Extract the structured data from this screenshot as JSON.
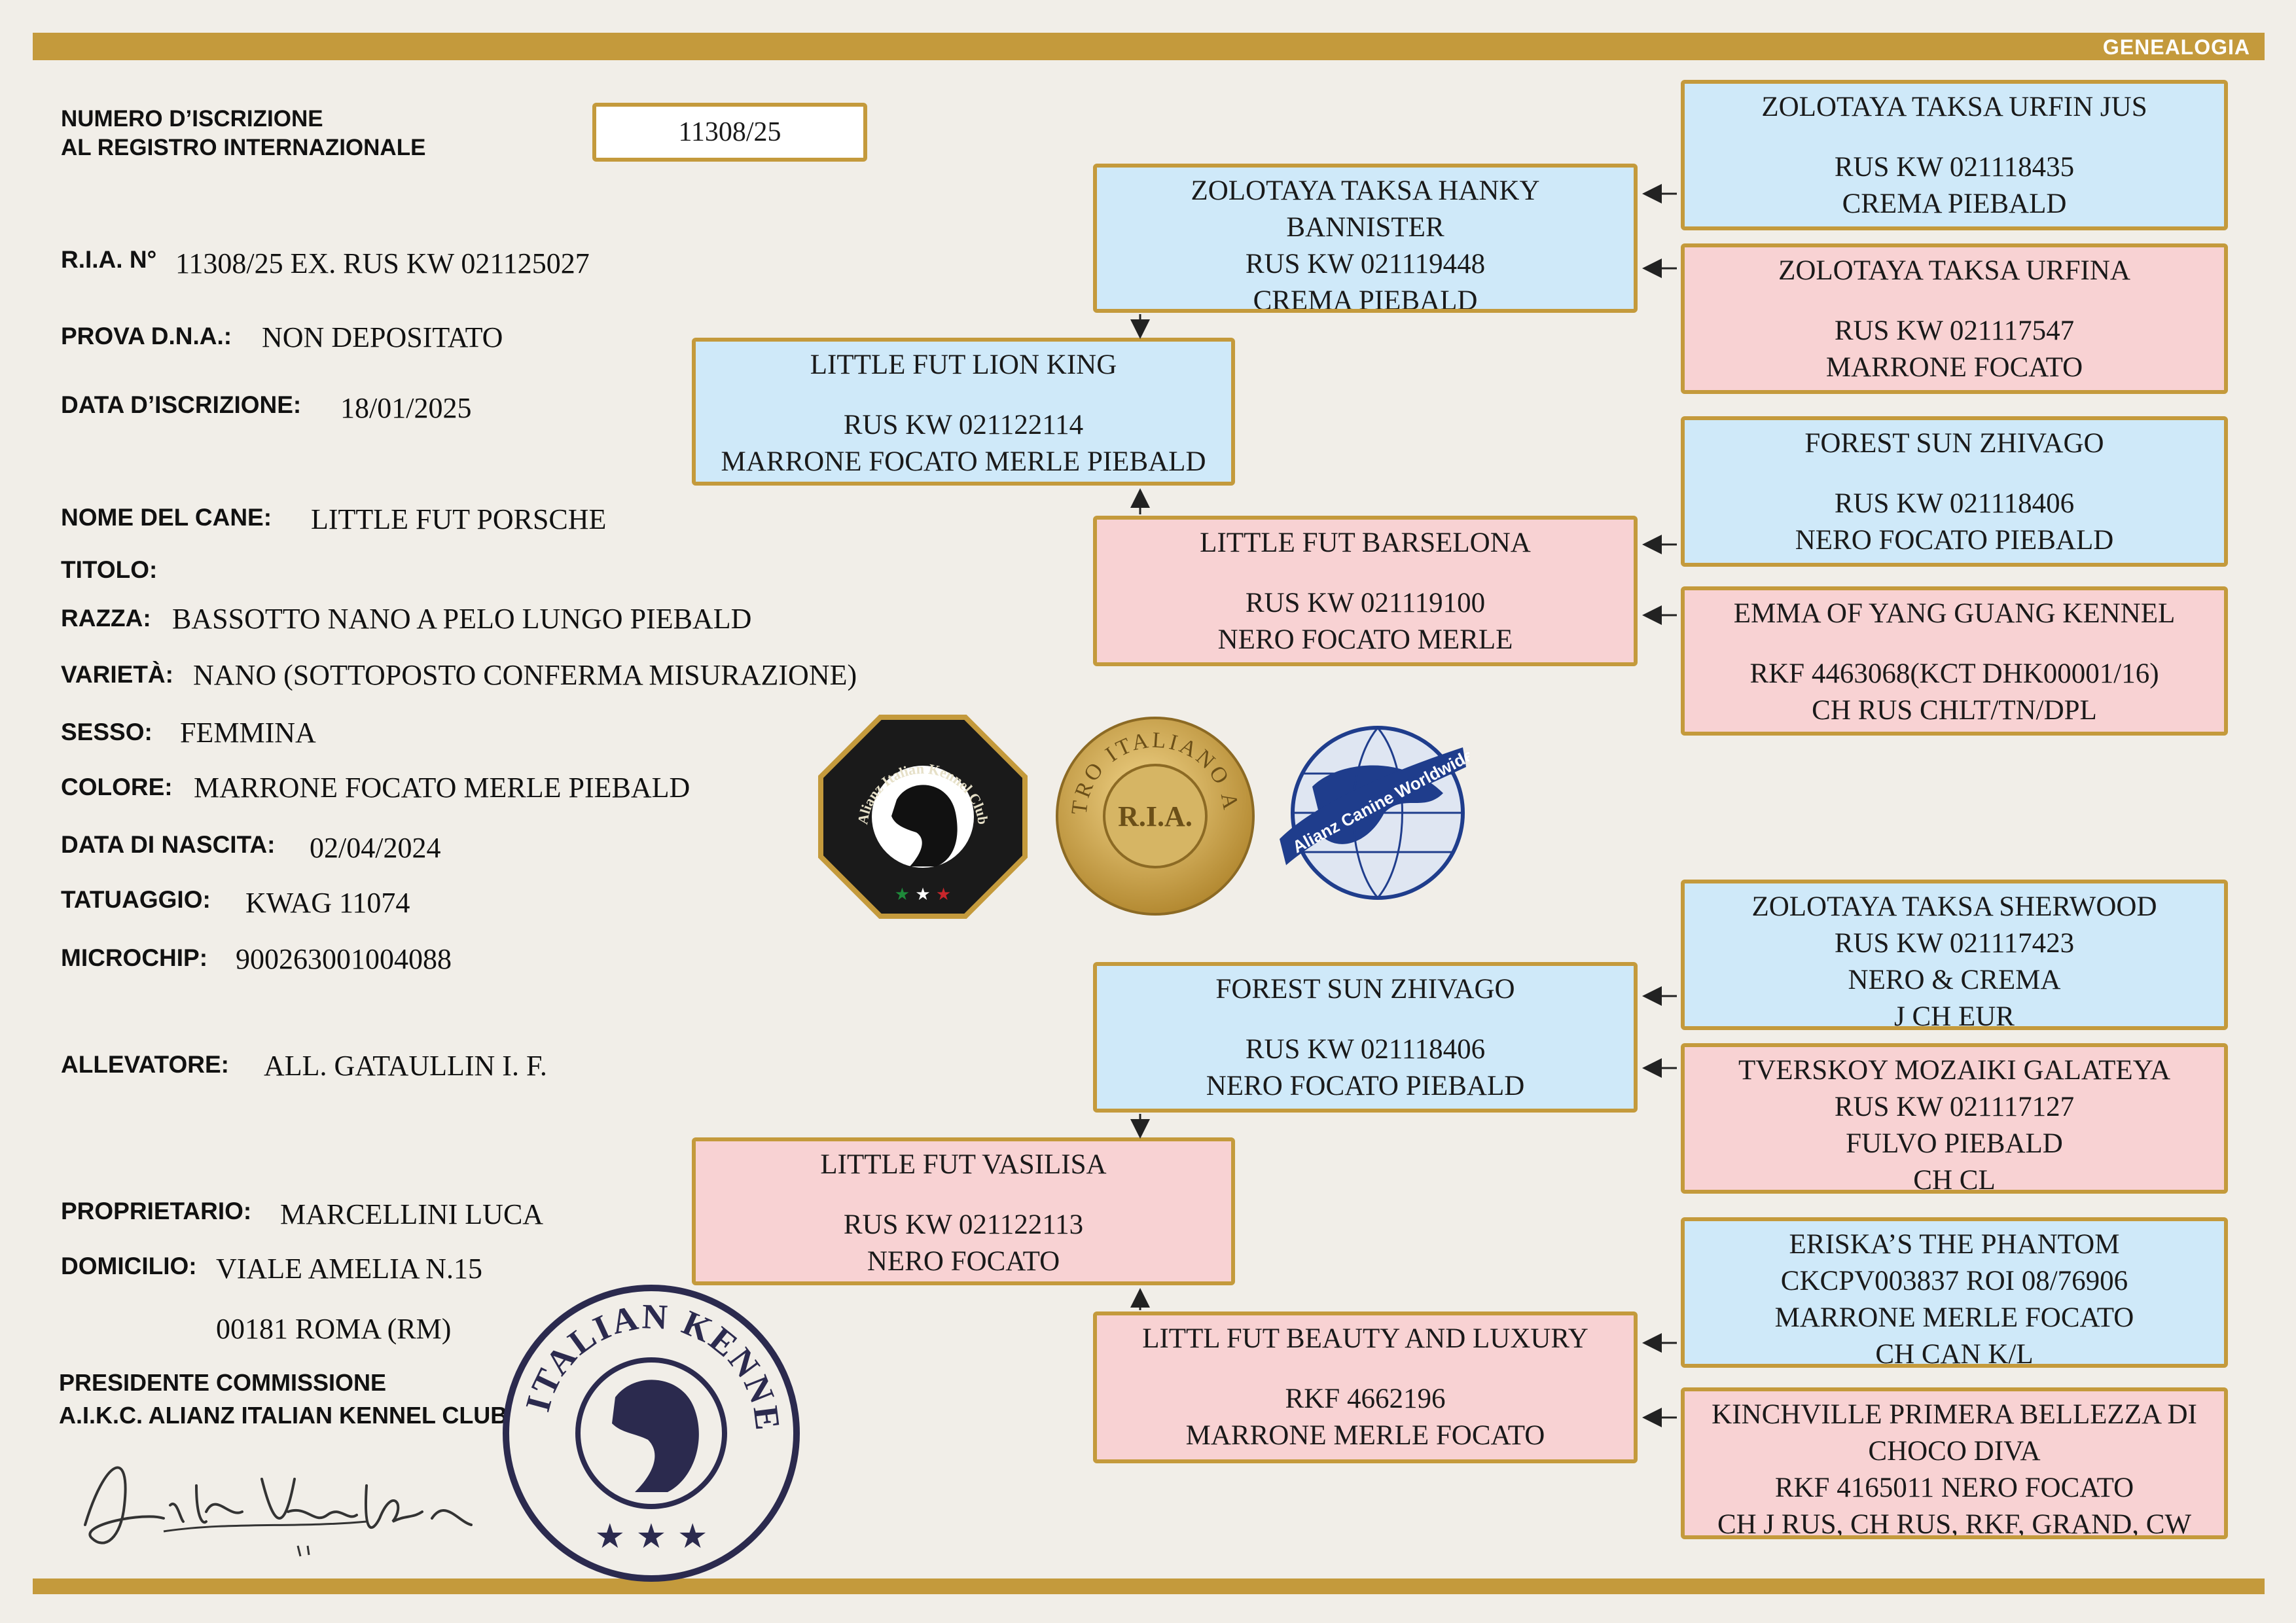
{
  "header": {
    "section_label": "GENEALOGIA"
  },
  "registration": {
    "label_line1": "NUMERO D’ISCRIZIONE",
    "label_line2": "AL REGISTRO INTERNAZIONALE",
    "number": "11308/25"
  },
  "fields": {
    "ria": {
      "label": "R.I.A. N°",
      "value": "11308/25 EX. RUS KW 021125027"
    },
    "dna": {
      "label": "PROVA D.N.A.:",
      "value": "NON DEPOSITATO"
    },
    "registration_date": {
      "label": "DATA D’ISCRIZIONE:",
      "value": "18/01/2025"
    },
    "dog_name": {
      "label": "NOME DEL CANE:",
      "value": "LITTLE FUT PORSCHE"
    },
    "title": {
      "label": "TITOLO:",
      "value": ""
    },
    "breed": {
      "label": "RAZZA:",
      "value": "BASSOTTO NANO A PELO LUNGO PIEBALD"
    },
    "variety": {
      "label": "VARIETÀ:",
      "value": "NANO (SOTTOPOSTO CONFERMA MISURAZIONE)"
    },
    "sex": {
      "label": "SESSO:",
      "value": "FEMMINA"
    },
    "color": {
      "label": "COLORE:",
      "value": "MARRONE FOCATO MERLE PIEBALD"
    },
    "birth_date": {
      "label": "DATA DI NASCITA:",
      "value": "02/04/2024"
    },
    "tattoo": {
      "label": "TATUAGGIO:",
      "value": "KWAG 11074"
    },
    "microchip": {
      "label": "MICROCHIP:",
      "value": "900263001004088"
    },
    "breeder": {
      "label": "ALLEVATORE:",
      "value": "ALL. GATAULLIN I. F."
    },
    "owner": {
      "label": "PROPRIETARIO:",
      "value": "MARCELLINI LUCA"
    },
    "address": {
      "label": "DOMICILIO:",
      "value": "VIALE AMELIA N.15",
      "value2": "00181 ROMA (RM)"
    }
  },
  "president": {
    "line1": "PRESIDENTE COMMISSIONE",
    "line2": "A.I.K.C. ALIANZ ITALIAN KENNEL CLUB"
  },
  "logos": {
    "aikc": {
      "text": "Alianz Italian Kennel Club"
    },
    "ria": {
      "ring": "REGISTRO ITALIANO ALIANZ",
      "center": "R.I.A."
    },
    "acw": {
      "text": "Alianz Canine Worldwide"
    },
    "stamp": {
      "text": "ALIANZ ITALIAN KENNEL CLUB"
    }
  },
  "pedigree": {
    "sire": {
      "name": "LITTLE FUT LION KING",
      "reg": "RUS KW 021122114",
      "color": "MARRONE FOCATO MERLE PIEBALD"
    },
    "sire_sire": {
      "name1": "ZOLOTAYA TAKSA HANKY",
      "name2": "BANNISTER",
      "reg": "RUS KW 021119448",
      "color": "CREMA PIEBALD"
    },
    "sire_dam": {
      "name": "LITTLE FUT BARSELONA",
      "reg": "RUS KW 021119100",
      "color": "NERO FOCATO MERLE"
    },
    "ss_sire": {
      "name": "ZOLOTAYA TAKSA URFIN JUS",
      "reg": "RUS KW 021118435",
      "color": "CREMA PIEBALD"
    },
    "ss_dam": {
      "name": "ZOLOTAYA TAKSA URFINA",
      "reg": "RUS KW 021117547",
      "color": "MARRONE FOCATO"
    },
    "sd_sire": {
      "name": "FOREST SUN ZHIVAGO",
      "reg": "RUS KW 021118406",
      "color": "NERO FOCATO PIEBALD"
    },
    "sd_dam": {
      "name": "EMMA OF YANG GUANG KENNEL",
      "reg": "RKF 4463068(KCT DHK00001/16)",
      "color": "CH RUS CHLT/TN/DPL"
    },
    "dam": {
      "name": "LITTLE FUT VASILISA",
      "reg": "RUS KW 021122113",
      "color": "NERO FOCATO"
    },
    "dam_sire": {
      "name": "FOREST SUN ZHIVAGO",
      "reg": "RUS KW 021118406",
      "color": "NERO FOCATO PIEBALD"
    },
    "dam_dam": {
      "name": "LITTL FUT BEAUTY AND LUXURY",
      "reg": "RKF 4662196",
      "color": "MARRONE MERLE FOCATO"
    },
    "ds_sire": {
      "line1": "ZOLOTAYA TAKSA SHERWOOD",
      "line2": "RUS KW 021117423",
      "line3": "NERO & CREMA",
      "line4": "J CH EUR"
    },
    "ds_dam": {
      "line1": "TVERSKOY MOZAIKI GALATEYA",
      "line2": "RUS KW 021117127",
      "line3": "FULVO PIEBALD",
      "line4": "CH CL"
    },
    "dd_sire": {
      "line1": "ERISKA’S THE PHANTOM",
      "line2": "CKCPV003837 ROI 08/76906",
      "line3": "MARRONE MERLE FOCATO",
      "line4": "CH CAN K/L"
    },
    "dd_dam": {
      "line1": "KINCHVILLE PRIMERA BELLEZZA DI",
      "line2": "CHOCO DIVA",
      "line3": "RKF 4165011 NERO FOCATO",
      "line4": "CH J RUS, CH RUS, RKF, GRAND, CW"
    }
  },
  "colors": {
    "gold": "#c49a3c",
    "male": "#cfe9f9",
    "female": "#f8d2d3"
  }
}
